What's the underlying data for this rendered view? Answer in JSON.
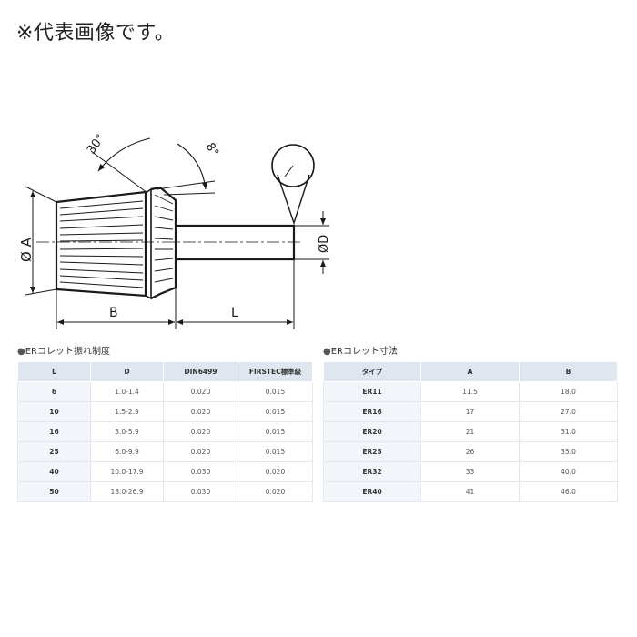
{
  "note": "※代表画像です。",
  "drawing": {
    "angle_30": "30°",
    "angle_8": "8°",
    "dim_A": "Ø A",
    "dim_D": "ØD",
    "dim_B": "B",
    "dim_L": "L"
  },
  "runout_table": {
    "title": "ERコレット振れ制度",
    "headers": [
      "L",
      "D",
      "DIN6499",
      "FIRSTEC標準級"
    ],
    "rows": [
      [
        "6",
        "1.0-1.4",
        "0.020",
        "0.015"
      ],
      [
        "10",
        "1.5-2.9",
        "0.020",
        "0.015"
      ],
      [
        "16",
        "3.0-5.9",
        "0.020",
        "0.015"
      ],
      [
        "25",
        "6.0-9.9",
        "0.020",
        "0.015"
      ],
      [
        "40",
        "10.0-17.9",
        "0.030",
        "0.020"
      ],
      [
        "50",
        "18.0-26.9",
        "0.030",
        "0.020"
      ]
    ]
  },
  "size_table": {
    "title": "ERコレット寸法",
    "headers": [
      "タイプ",
      "A",
      "B"
    ],
    "rows": [
      [
        "ER11",
        "11.5",
        "18.0"
      ],
      [
        "ER16",
        "17",
        "27.0"
      ],
      [
        "ER20",
        "21",
        "31.0"
      ],
      [
        "ER25",
        "26",
        "35.0"
      ],
      [
        "ER32",
        "33",
        "40.0"
      ],
      [
        "ER40",
        "41",
        "46.0"
      ]
    ]
  },
  "colors": {
    "header_bg": "#dfe6ef",
    "key_cell_bg": "#f2f5f9",
    "line": "#1a1a1a"
  }
}
